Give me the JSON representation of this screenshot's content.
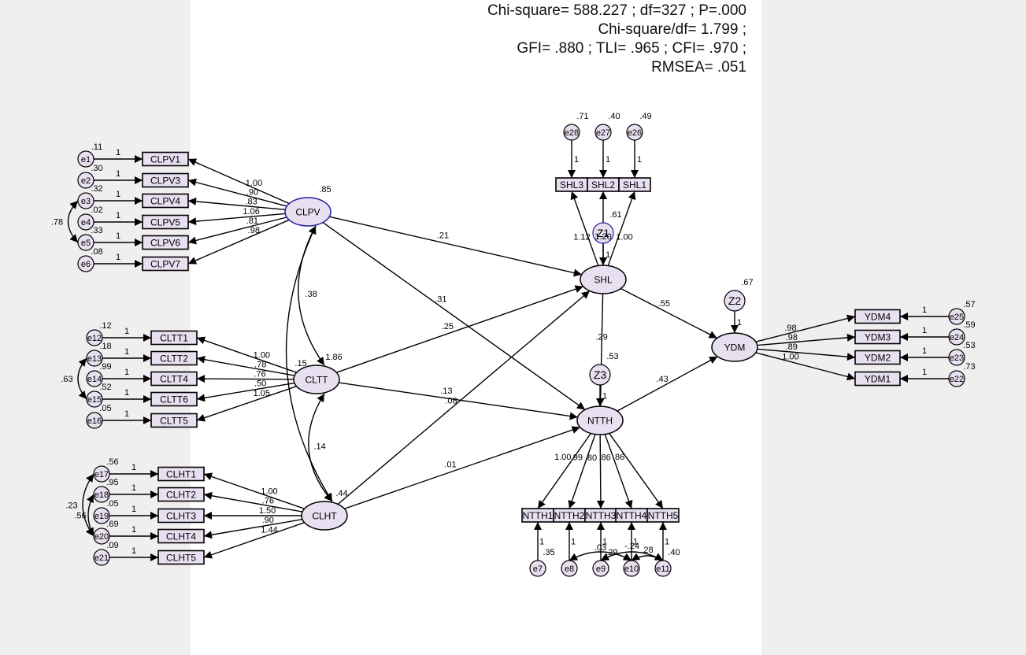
{
  "fit_stats": {
    "line1": "Chi-square= 588.227 ; df=327 ; P=.000",
    "line2": "Chi-square/df= 1.799 ;",
    "line3": "GFI= .880 ; TLI= .965 ; CFI= .970 ;",
    "line4": "RMSEA= .051"
  },
  "colors": {
    "node_fill": "#e8dff0",
    "box_fill": "#e8dff0",
    "clpv_stroke": "#2020a0",
    "z1_stroke": "#2020a0"
  },
  "latents": [
    {
      "id": "CLPV",
      "label": "CLPV",
      "variance": ".85"
    },
    {
      "id": "CLTT",
      "label": "CLTT",
      "variance": "1.86"
    },
    {
      "id": "CLHT",
      "label": "CLHT",
      "variance": ".44"
    },
    {
      "id": "SHL",
      "label": "SHL"
    },
    {
      "id": "NTTH",
      "label": "NTTH"
    },
    {
      "id": "YDM",
      "label": "YDM"
    }
  ],
  "disturbances": [
    {
      "id": "Z1",
      "label": "Z1",
      "value": ".61"
    },
    {
      "id": "Z2",
      "label": "Z2",
      "value": ".67"
    },
    {
      "id": "Z3",
      "label": "Z3",
      "value": ".53"
    }
  ],
  "indicator_groups": [
    {
      "latent": "CLPV",
      "items": [
        {
          "obs": "CLPV1",
          "err": "e1",
          "r2": ".11",
          "load": "1.00"
        },
        {
          "obs": "CLPV3",
          "err": "e2",
          "r2": ".30",
          "load": ".90"
        },
        {
          "obs": "CLPV4",
          "err": "e3",
          "r2": ".32",
          "load": ".83"
        },
        {
          "obs": "CLPV5",
          "err": "e4",
          "r2": ".02",
          "load": "1.06"
        },
        {
          "obs": "CLPV6",
          "err": "e5",
          "r2": ".33",
          "load": ".81"
        },
        {
          "obs": "CLPV7",
          "err": "e6",
          "r2": ".08",
          "load": ".98"
        }
      ]
    },
    {
      "latent": "CLTT",
      "items": [
        {
          "obs": "CLTT1",
          "err": "e12",
          "r2": ".12",
          "load": "1.00"
        },
        {
          "obs": "CLTT2",
          "err": "e13",
          "r2": ".18",
          "load": ".78"
        },
        {
          "obs": "CLTT4",
          "err": "e14",
          "r2": ".99",
          "load": ".76"
        },
        {
          "obs": "CLTT6",
          "err": "e15",
          "r2": ".52",
          "load": ".50"
        },
        {
          "obs": "CLTT5",
          "err": "e16",
          "r2": ".05",
          "load": "1.05"
        }
      ]
    },
    {
      "latent": "CLHT",
      "items": [
        {
          "obs": "CLHT1",
          "err": "e17",
          "r2": ".56",
          "load": "1.00"
        },
        {
          "obs": "CLHT2",
          "err": "e18",
          "r2": ".95",
          "load": ".76"
        },
        {
          "obs": "CLHT3",
          "err": "e19",
          "r2": ".05",
          "load": "1.50"
        },
        {
          "obs": "CLHT4",
          "err": "e20",
          "r2": ".69",
          "load": ".90"
        },
        {
          "obs": "CLHT5",
          "err": "e21",
          "r2": ".09",
          "load": "1.44"
        }
      ]
    },
    {
      "latent": "SHL",
      "items": [
        {
          "obs": "SHL3",
          "err": "e28",
          "r2": ".71",
          "load": "1.12"
        },
        {
          "obs": "SHL2",
          "err": "e27",
          "r2": ".40",
          "load": "1.20"
        },
        {
          "obs": "SHL1",
          "err": "e26",
          "r2": ".49",
          "load": "1.00"
        }
      ]
    },
    {
      "latent": "NTTH",
      "items": [
        {
          "obs": "NTTH1",
          "err": "e7",
          "r2": ".35",
          "load": "1.00"
        },
        {
          "obs": "NTTH2",
          "err": "e8",
          "r2": "",
          "load": ".99"
        },
        {
          "obs": "NTTH3",
          "err": "e9",
          "r2": ".29",
          "load": ".80"
        },
        {
          "obs": "NTTH4",
          "err": "e10",
          "r2": "",
          "load": ".86"
        },
        {
          "obs": "NTTH5",
          "err": "e11",
          "r2": ".40",
          "load": ".86"
        }
      ]
    },
    {
      "latent": "YDM",
      "items": [
        {
          "obs": "YDM4",
          "err": "e25",
          "r2": ".57",
          "load": ".98"
        },
        {
          "obs": "YDM3",
          "err": "e24",
          "r2": ".59",
          "load": ".98"
        },
        {
          "obs": "YDM2",
          "err": "e23",
          "r2": ".53",
          "load": ".89"
        },
        {
          "obs": "YDM1",
          "err": "e22",
          "r2": ".73",
          "load": "1.00"
        }
      ]
    }
  ],
  "paths": [
    {
      "from": "CLPV",
      "to": "SHL",
      "label": ".21"
    },
    {
      "from": "CLPV",
      "to": "NTTH",
      "label": ".31"
    },
    {
      "from": "CLTT",
      "to": "SHL",
      "label": ".25"
    },
    {
      "from": "CLTT",
      "to": "NTTH",
      "label": ".13"
    },
    {
      "from": "CLHT",
      "to": "SHL",
      "label": ".08"
    },
    {
      "from": "CLHT",
      "to": "NTTH",
      "label": ".01"
    },
    {
      "from": "SHL",
      "to": "NTTH",
      "label": ".29"
    },
    {
      "from": "SHL",
      "to": "YDM",
      "label": ".55"
    },
    {
      "from": "NTTH",
      "to": "YDM",
      "label": ".43"
    }
  ],
  "covariances": [
    {
      "a": "CLPV",
      "b": "CLTT",
      "label": ".38"
    },
    {
      "a": "CLPV",
      "b": "CLHT",
      "label": ".15"
    },
    {
      "a": "CLTT",
      "b": "CLHT",
      "label": ".14"
    },
    {
      "a": "e3",
      "b": "e5",
      "label": ".78"
    },
    {
      "a": "e13",
      "b": "e15",
      "label": ".63"
    },
    {
      "a": "e17",
      "b": "e20",
      "label": ".23"
    },
    {
      "a": "e18",
      "b": "e20",
      "label": ".56"
    },
    {
      "a": "e8",
      "b": "e10",
      "label": ".03"
    },
    {
      "a": "e9",
      "b": "e11",
      "label": "-.24"
    },
    {
      "a": "e10",
      "b": "e11",
      "label": ".28"
    }
  ],
  "fixed_one": "1"
}
